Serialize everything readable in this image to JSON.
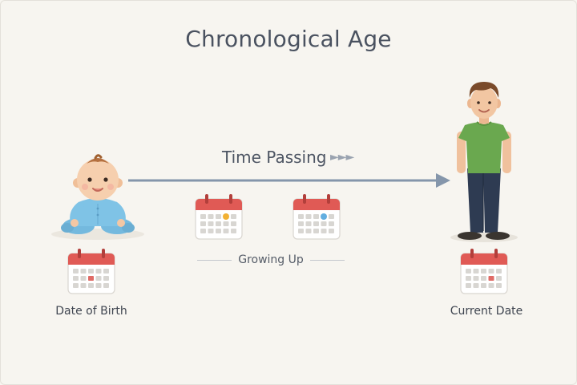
{
  "title": "Chronological Age",
  "timeline": {
    "label": "Time Passing",
    "arrows": "►►►"
  },
  "middle": {
    "label": "Growing Up"
  },
  "left": {
    "label": "Date of Birth",
    "figure": "baby",
    "icon": "calendar-icon"
  },
  "right": {
    "label": "Current Date",
    "figure": "adult-man",
    "icon": "calendar-icon"
  },
  "colors": {
    "background": "#f7f5f0",
    "arrow": "#8596ab",
    "calendar_header": "#e05a55",
    "marker_orange": "#f2b134",
    "marker_blue": "#62aee0",
    "marker_red": "#e06b66",
    "baby_suit": "#7fc3e6",
    "shirt": "#6aa84f",
    "pants": "#2e3b52"
  }
}
